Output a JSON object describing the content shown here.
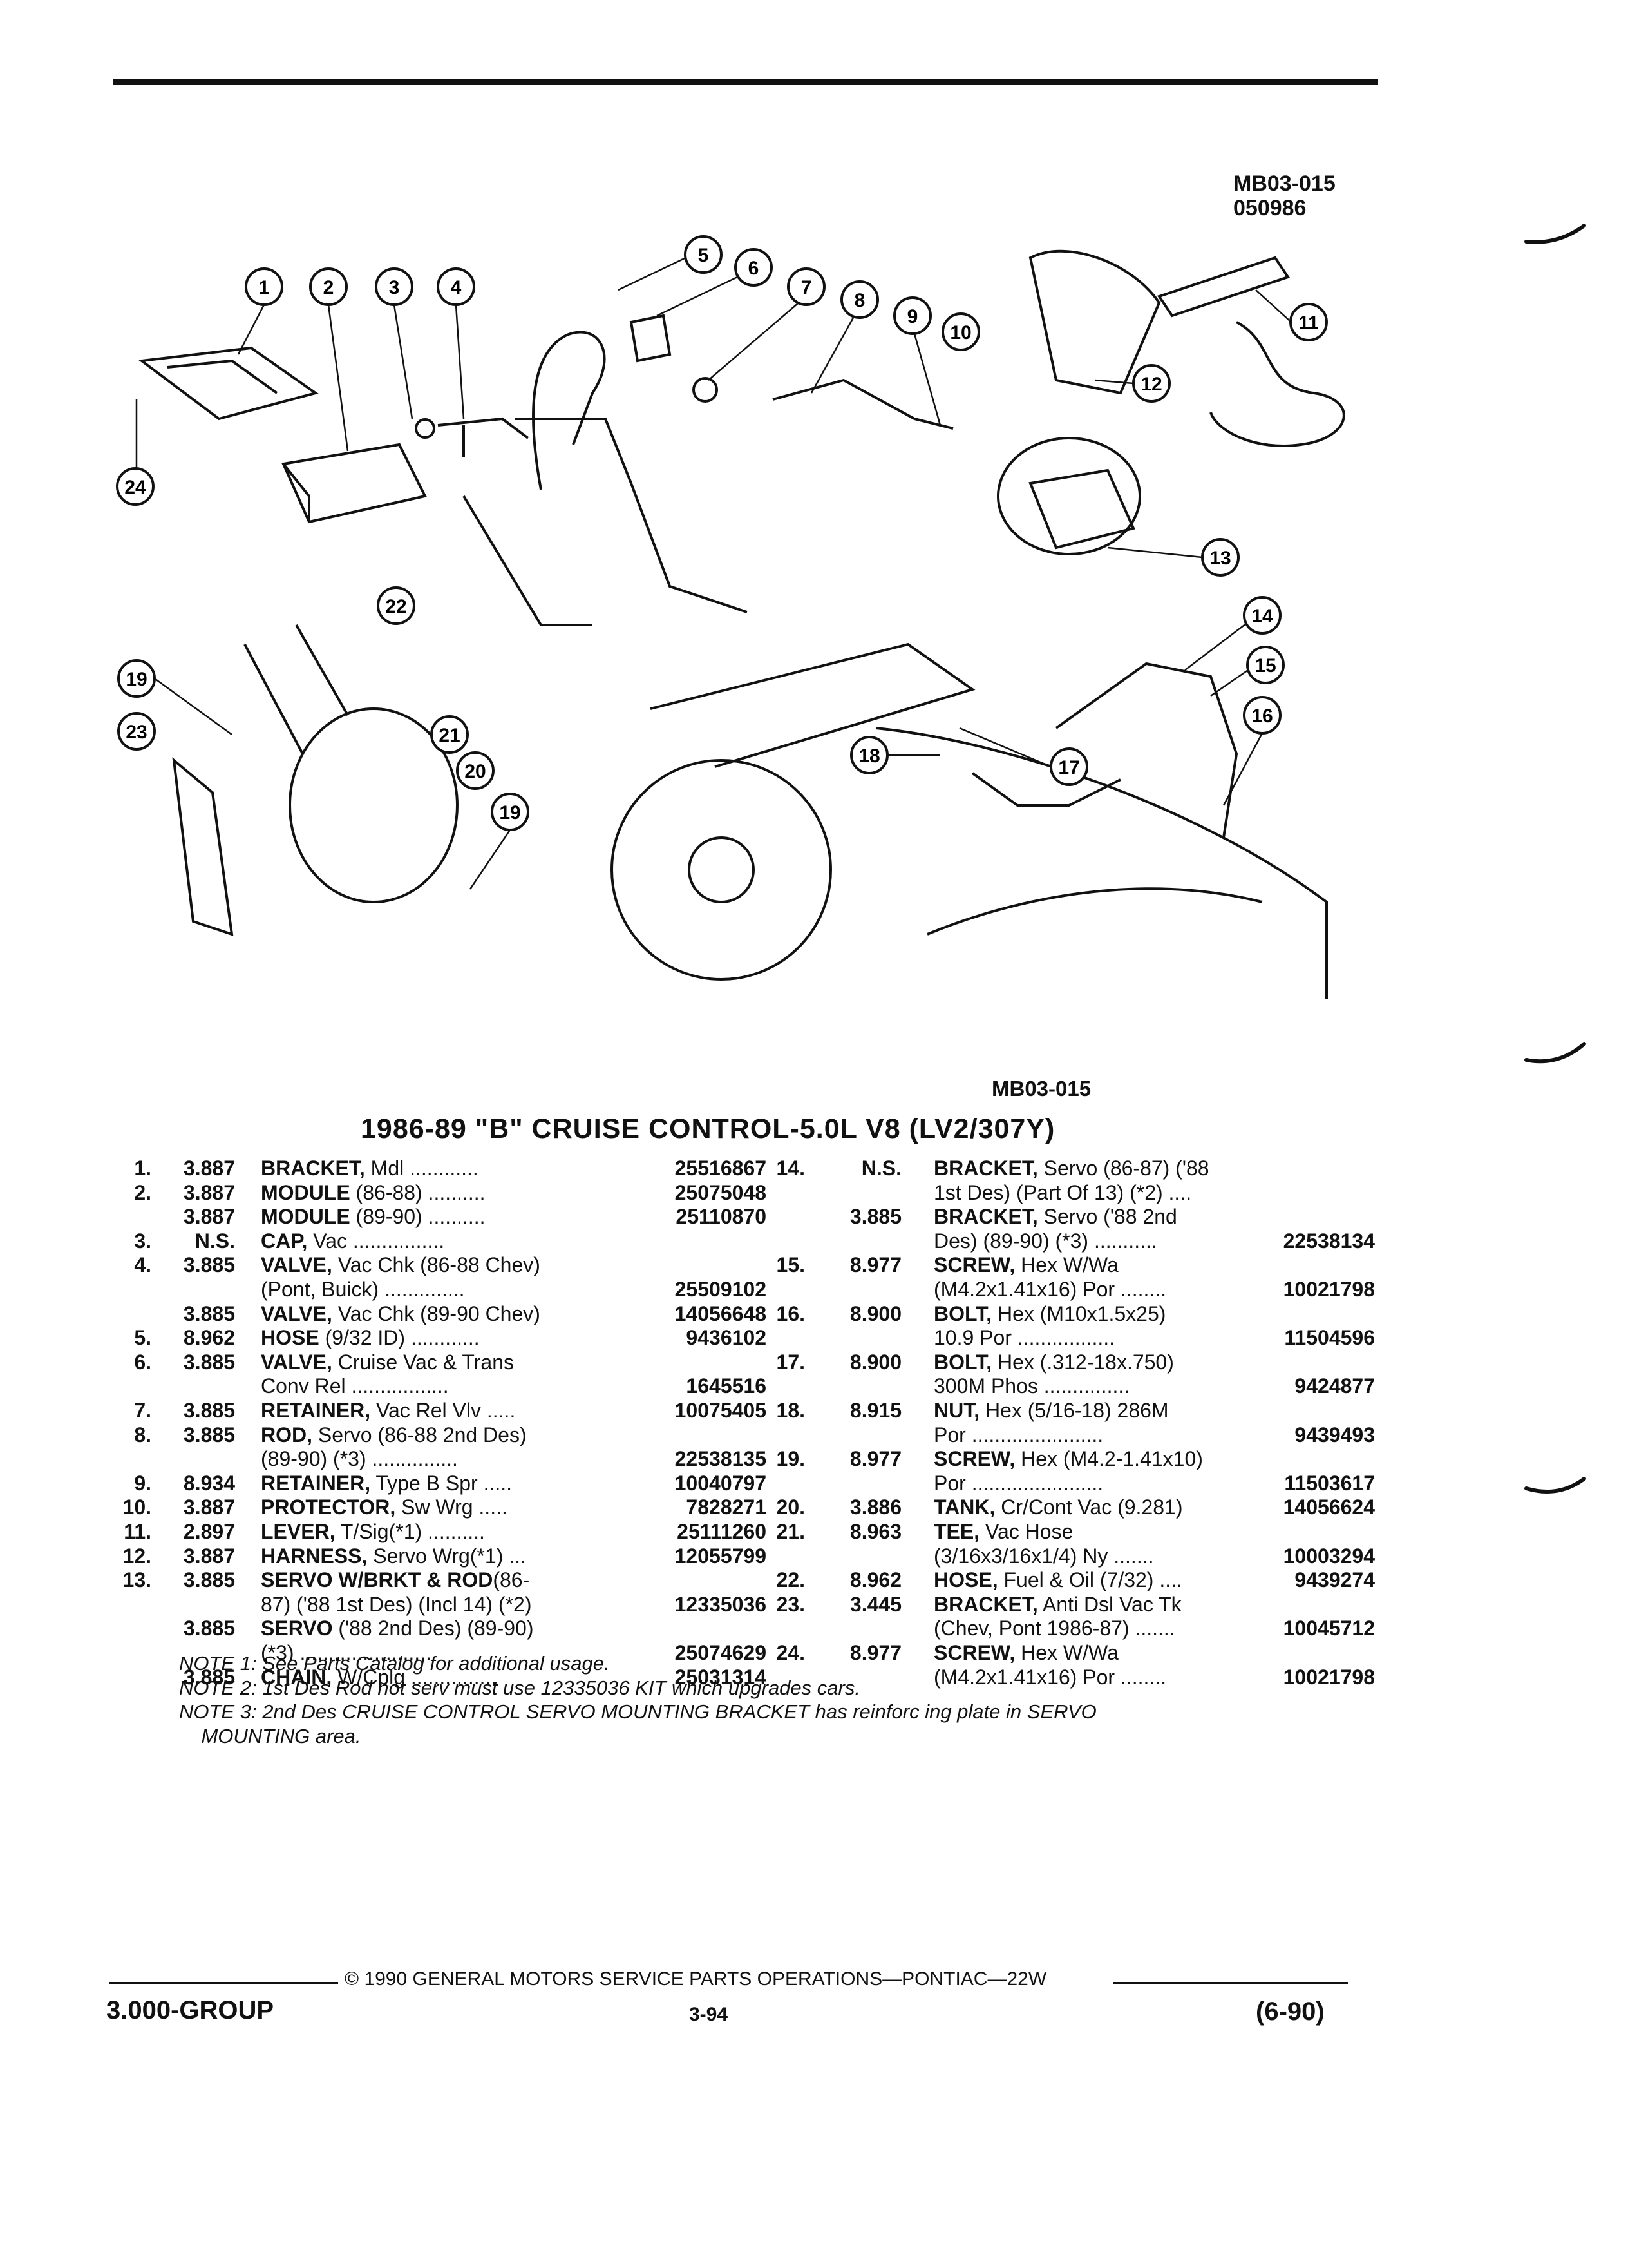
{
  "header": {
    "ref_code": "MB03-015",
    "ref_date": "050986"
  },
  "diagram": {
    "callouts": [
      "1",
      "2",
      "3",
      "4",
      "5",
      "6",
      "7",
      "8",
      "9",
      "10",
      "11",
      "12",
      "13",
      "14",
      "15",
      "16",
      "17",
      "18",
      "19",
      "19",
      "20",
      "21",
      "22",
      "23",
      "24"
    ],
    "caption": "MB03-015"
  },
  "title": "1986-89 \"B\" CRUISE CONTROL-5.0L V8 (LV2/307Y)",
  "left_column": [
    {
      "num": "1.",
      "group": "3.887",
      "name": "BRACKET,",
      "rest": " Mdl ............",
      "pn": "25516867"
    },
    {
      "num": "2.",
      "group": "3.887",
      "name": "MODULE",
      "rest": " (86-88) ..........",
      "pn": "25075048"
    },
    {
      "num": "",
      "group": "3.887",
      "name": "MODULE",
      "rest": " (89-90) ..........",
      "pn": "25110870"
    },
    {
      "num": "3.",
      "group": "N.S.",
      "name": "CAP,",
      "rest": " Vac ................",
      "pn": ""
    },
    {
      "num": "4.",
      "group": "3.885",
      "name": "VALVE,",
      "rest": " Vac Chk (86-88 Chev)",
      "pn": ""
    },
    {
      "num": "",
      "group": "",
      "name": "",
      "rest": "(Pont, Buick) ..............",
      "pn": "25509102"
    },
    {
      "num": "",
      "group": "3.885",
      "name": "VALVE,",
      "rest": " Vac Chk (89-90 Chev)",
      "pn": "14056648"
    },
    {
      "num": "5.",
      "group": "8.962",
      "name": "HOSE",
      "rest": " (9/32 ID) ............",
      "pn": "9436102"
    },
    {
      "num": "6.",
      "group": "3.885",
      "name": "VALVE,",
      "rest": " Cruise Vac & Trans",
      "pn": ""
    },
    {
      "num": "",
      "group": "",
      "name": "",
      "rest": "Conv Rel .................",
      "pn": "1645516"
    },
    {
      "num": "7.",
      "group": "3.885",
      "name": "RETAINER,",
      "rest": " Vac Rel Vlv .....",
      "pn": "10075405"
    },
    {
      "num": "8.",
      "group": "3.885",
      "name": "ROD,",
      "rest": " Servo (86-88 2nd Des)",
      "pn": ""
    },
    {
      "num": "",
      "group": "",
      "name": "",
      "rest": "(89-90) (*3) ...............",
      "pn": "22538135"
    },
    {
      "num": "9.",
      "group": "8.934",
      "name": "RETAINER,",
      "rest": " Type B Spr .....",
      "pn": "10040797"
    },
    {
      "num": "10.",
      "group": "3.887",
      "name": "PROTECTOR,",
      "rest": " Sw Wrg .....",
      "pn": "7828271"
    },
    {
      "num": "11.",
      "group": "2.897",
      "name": "LEVER,",
      "rest": " T/Sig(*1) ..........",
      "pn": "25111260"
    },
    {
      "num": "12.",
      "group": "3.887",
      "name": "HARNESS,",
      "rest": " Servo Wrg(*1) ...",
      "pn": "12055799"
    },
    {
      "num": "13.",
      "group": "3.885",
      "name": "SERVO W/BRKT & ROD",
      "rest": "(86-",
      "pn": ""
    },
    {
      "num": "",
      "group": "",
      "name": "",
      "rest": "87) ('88 1st Des) (Incl 14) (*2)",
      "pn": "12335036"
    },
    {
      "num": "",
      "group": "3.885",
      "name": "SERVO",
      "rest": " ('88 2nd Des) (89-90)",
      "pn": ""
    },
    {
      "num": "",
      "group": "",
      "name": "",
      "rest": "(*3) .......................",
      "pn": "25074629"
    },
    {
      "num": "",
      "group": "3.885",
      "name": "CHAIN,",
      "rest": " W/Cplg ...............",
      "pn": "25031314"
    }
  ],
  "right_column": [
    {
      "num": "14.",
      "group": "N.S.",
      "name": "BRACKET,",
      "rest": " Servo (86-87) ('88",
      "pn": ""
    },
    {
      "num": "",
      "group": "",
      "name": "",
      "rest": "1st Des) (Part Of 13) (*2) ....",
      "pn": ""
    },
    {
      "num": "",
      "group": "3.885",
      "name": "BRACKET,",
      "rest": " Servo ('88 2nd",
      "pn": ""
    },
    {
      "num": "",
      "group": "",
      "name": "",
      "rest": "Des) (89-90) (*3) ...........",
      "pn": "22538134"
    },
    {
      "num": "15.",
      "group": "8.977",
      "name": "SCREW,",
      "rest": " Hex W/Wa",
      "pn": ""
    },
    {
      "num": "",
      "group": "",
      "name": "",
      "rest": "(M4.2x1.41x16) Por ........",
      "pn": "10021798"
    },
    {
      "num": "16.",
      "group": "8.900",
      "name": "BOLT,",
      "rest": " Hex (M10x1.5x25)",
      "pn": ""
    },
    {
      "num": "",
      "group": "",
      "name": "",
      "rest": "10.9 Por .................",
      "pn": "11504596"
    },
    {
      "num": "17.",
      "group": "8.900",
      "name": "BOLT,",
      "rest": " Hex (.312-18x.750)",
      "pn": ""
    },
    {
      "num": "",
      "group": "",
      "name": "",
      "rest": "300M Phos ...............",
      "pn": "9424877"
    },
    {
      "num": "18.",
      "group": "8.915",
      "name": "NUT,",
      "rest": " Hex (5/16-18) 286M",
      "pn": ""
    },
    {
      "num": "",
      "group": "",
      "name": "",
      "rest": "Por .......................",
      "pn": "9439493"
    },
    {
      "num": "19.",
      "group": "8.977",
      "name": "SCREW,",
      "rest": " Hex (M4.2-1.41x10)",
      "pn": ""
    },
    {
      "num": "",
      "group": "",
      "name": "",
      "rest": "Por .......................",
      "pn": "11503617"
    },
    {
      "num": "20.",
      "group": "3.886",
      "name": "TANK,",
      "rest": " Cr/Cont Vac (9.281)",
      "pn": "14056624"
    },
    {
      "num": "21.",
      "group": "8.963",
      "name": "TEE,",
      "rest": " Vac Hose",
      "pn": ""
    },
    {
      "num": "",
      "group": "",
      "name": "",
      "rest": "(3/16x3/16x1/4) Ny .......",
      "pn": "10003294"
    },
    {
      "num": "22.",
      "group": "8.962",
      "name": "HOSE,",
      "rest": " Fuel & Oil (7/32) ....",
      "pn": "9439274"
    },
    {
      "num": "23.",
      "group": "3.445",
      "name": "BRACKET,",
      "rest": " Anti Dsl Vac Tk",
      "pn": ""
    },
    {
      "num": "",
      "group": "",
      "name": "",
      "rest": "(Chev, Pont 1986-87) .......",
      "pn": "10045712"
    },
    {
      "num": "24.",
      "group": "8.977",
      "name": "SCREW,",
      "rest": " Hex W/Wa",
      "pn": ""
    },
    {
      "num": "",
      "group": "",
      "name": "",
      "rest": "(M4.2x1.41x16) Por ........",
      "pn": "10021798"
    }
  ],
  "notes": [
    "NOTE 1: See Parts Catalog for additional usage.",
    "NOTE 2: 1st Des Rod not serv must use 12335036 KIT which upgrades cars.",
    "NOTE 3: 2nd Des CRUISE CONTROL SERVO MOUNTING BRACKET has reinforc ing plate in SERVO",
    "    MOUNTING area."
  ],
  "footer": {
    "copyright": "© 1990 GENERAL MOTORS SERVICE PARTS OPERATIONS—PONTIAC—22W",
    "group": "3.000-GROUP",
    "page": "3-94",
    "date": "(6-90)"
  }
}
